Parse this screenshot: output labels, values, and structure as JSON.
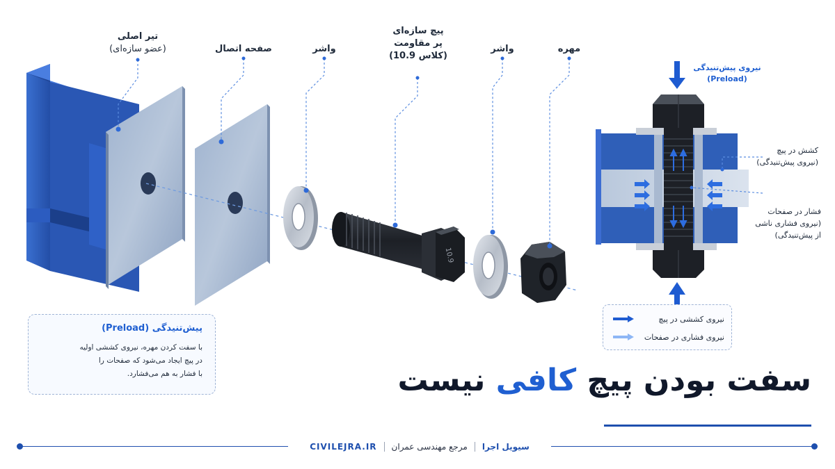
{
  "labels": {
    "beam_line1": "تیر اصلی",
    "beam_line2": "(عضو سازه‌ای)",
    "plate": "صفحه اتصال",
    "washer1": "واشر",
    "bolt_line1": "پیچ سازه‌ای",
    "bolt_line2": "پر مقاومت",
    "bolt_line3": "(کلاس 10.9)",
    "washer2": "واشر",
    "nut": "مهره"
  },
  "bolt_head_mark": "10.9",
  "section": {
    "preload_title": "نیروی پیش‌تنیدگی",
    "preload_sub": "(Preload)",
    "tension_line1": "کشش در پیچ",
    "tension_line2": "(نیروی پیش‌تنیدگی)",
    "compress_line1": "فشار در صفحات",
    "compress_line2": "(نیروی فشاری ناشی",
    "compress_line3": "از پیش‌تنیدگی)"
  },
  "legend": {
    "tension": "نیروی کششی در پیچ",
    "compression": "نیروی فشاری در صفحات"
  },
  "info_box": {
    "title": "پیش‌تنیدگی (Preload)",
    "body_line1": "با سفت کردن مهره، نیروی کششی اولیه",
    "body_line2": "در پیچ ایجاد می‌شود که صفحات را",
    "body_line3": "با فشار به هم می‌فشارد."
  },
  "headline": {
    "part1": "سفت بودن پیچ ",
    "accent": "کافی",
    "part2": " نیست"
  },
  "footer": {
    "site": "CIVILEJRA.IR",
    "reference": "مرجع مهندسی عمران",
    "brand": "سیویل اجرا"
  },
  "colors": {
    "accent_blue": "#1f5fd1",
    "steel_blue": "#2f5fb8",
    "dark_navy": "#1e4fae",
    "bolt_black": "#1c1f24"
  }
}
